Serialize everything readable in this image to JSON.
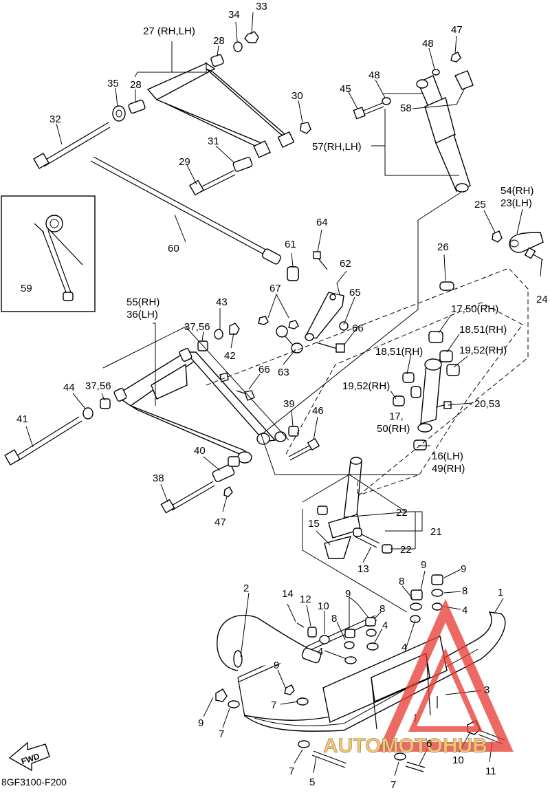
{
  "diagram": {
    "code": "8GF3100-F200",
    "fwd": "FWD",
    "watermark": "AUTOMOTOHUB",
    "colors": {
      "line": "#000000",
      "watermark_red": "#e8382f",
      "watermark_orange": "#f5b335"
    },
    "labels": {
      "l27": "27 (RH,LH)",
      "l28a": "28",
      "l28b": "28",
      "l29": "29",
      "l30": "30",
      "l31": "31",
      "l32": "32",
      "l33": "33",
      "l34": "34",
      "l35": "35",
      "l45": "45",
      "l47a": "47",
      "l48a": "48",
      "l48b": "48",
      "l58": "58",
      "l57": "57(RH,LH)",
      "l54": "54(RH)",
      "l23": "23(LH)",
      "l25": "25",
      "l24": "24",
      "l26": "26",
      "l59": "59",
      "l60": "60",
      "l61": "61",
      "l64": "64",
      "l62": "62",
      "l65": "65",
      "l66a": "66",
      "l67": "67",
      "l43": "43",
      "l3756a": "37,56",
      "l42": "42",
      "l63": "63",
      "l66b": "66",
      "l55": "55(RH)",
      "l36": "36(LH)",
      "l44": "44",
      "l3756b": "37,56",
      "l41": "41",
      "l39": "39",
      "l46": "46",
      "l40": "40",
      "l38": "38",
      "l47b": "47",
      "l1750": "17,50(RH)",
      "l1851a": "18,51(RH)",
      "l1851b": "18,51(RH)",
      "l1952a": "19,52(RH)",
      "l1952b": "19,52(RH)",
      "l2053": "20,53",
      "l17": "17,",
      "l50": "50(RH)",
      "l16": "16(LH)",
      "l49": "49(RH)",
      "l22a": "22",
      "l22b": "22",
      "l21": "21",
      "l15": "15",
      "l13": "13",
      "l2": "2",
      "l14": "14",
      "l12": "12",
      "l10a": "10",
      "l9a": "9",
      "l8a": "8",
      "l8b": "8",
      "l4a": "4",
      "l4b": "4",
      "l9b": "9",
      "l8c": "8",
      "l9c": "9",
      "l8d": "8",
      "l4c": "4",
      "l1": "1",
      "l4d": "4",
      "l3": "3",
      "l9d": "9",
      "l7a": "7",
      "l9e": "9",
      "l7b": "7",
      "l7c": "7",
      "l5": "5",
      "l6": "6",
      "l10b": "10",
      "l11": "11",
      "l7d": "7"
    }
  }
}
